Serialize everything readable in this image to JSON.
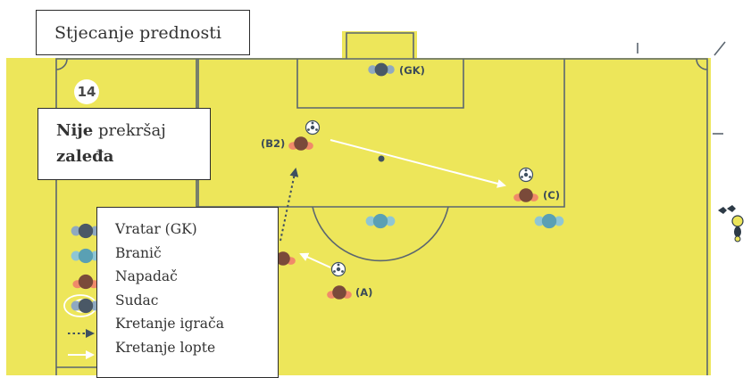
{
  "title": "Stjecanje prednosti",
  "badge": "14",
  "decision": {
    "bold1": "Nije",
    "rest1": " prekršaj",
    "bold2": "zaleđa"
  },
  "legend": {
    "items": [
      "Vratar (GK)",
      "Branič",
      "Napadač",
      "Sudac",
      "Kretanje igrača",
      "Kretanje lopte"
    ]
  },
  "players": {
    "goalkeeper": "(GK)",
    "attacker_b2": "(B2)",
    "attacker_c": "(C)",
    "attacker_a": "(A)"
  },
  "colors": {
    "pitch": "#ede65a",
    "lines": "#5b6670",
    "goalkeeper": "#4a5866",
    "defender": "#5aa0b4",
    "attacker": "#7a4a3a",
    "attacker_accent": "#f08a6a",
    "player_move": "#3f5060",
    "ball_move": "#ffffff"
  }
}
